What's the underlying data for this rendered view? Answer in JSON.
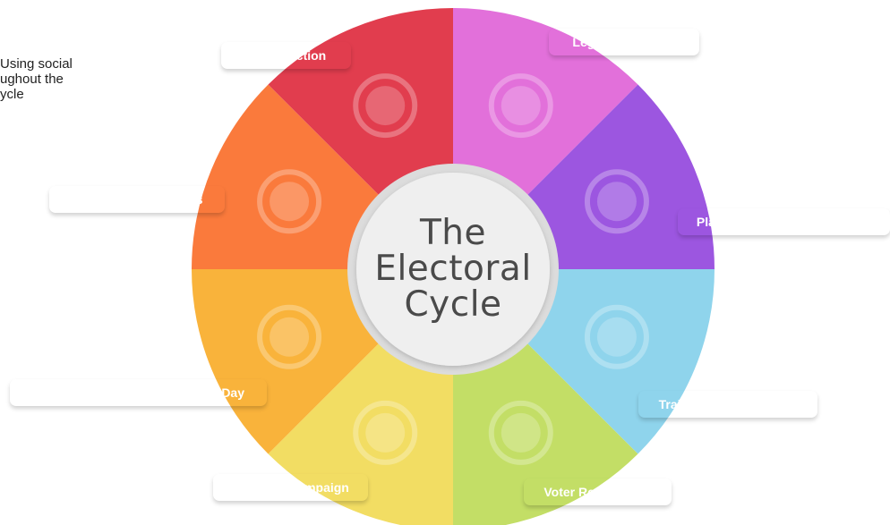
{
  "side_text": "Using social\nughout the\nycle",
  "center": {
    "line1": "The",
    "line2": "Electoral",
    "line3": "Cycle"
  },
  "stages": [
    {
      "key": "legal",
      "label": "Legal Framework",
      "color": "#e270da",
      "icon": "scales-icon"
    },
    {
      "key": "planning",
      "label": "Planning and Implementation",
      "color": "#9c56e0",
      "icon": "checklist-icon"
    },
    {
      "key": "training",
      "label": "Training and Education",
      "color": "#8fd4ec",
      "icon": "raised-hands-icon"
    },
    {
      "key": "registration",
      "label": "Voter Registration",
      "color": "#c3de66",
      "icon": "register-book-icon"
    },
    {
      "key": "campaign",
      "label": "Electoral Campaign",
      "color": "#f2dd63",
      "icon": "megaphone-icon"
    },
    {
      "key": "voting",
      "label": "Voting Operations and Election Day",
      "color": "#f9b33b",
      "icon": "ballot-box-icon"
    },
    {
      "key": "verification",
      "label": "Verification of Results",
      "color": "#fa7a3c",
      "icon": "magnifier-check-icon"
    },
    {
      "key": "post",
      "label": "Post-Election",
      "color": "#e13d4e",
      "icon": "stacked-stones-icon"
    }
  ]
}
